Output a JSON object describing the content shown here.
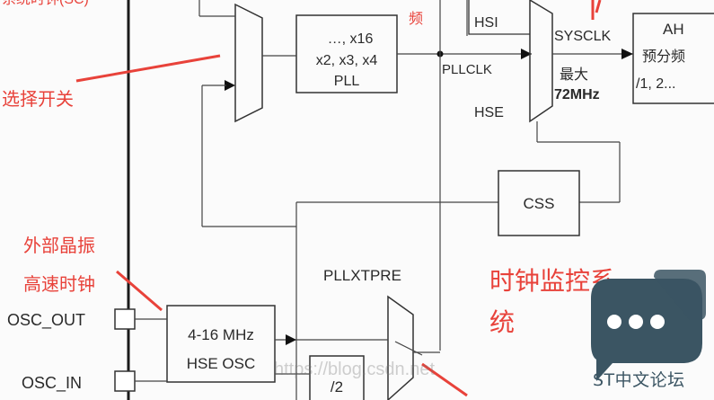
{
  "top_partial": "系统时钟(SC)",
  "pll_block": {
    "line1": "…, x16",
    "line2": "x2, x3, x4",
    "line3": "PLL"
  },
  "labels": {
    "hsi": "HSI",
    "sysclk": "SYSCLK",
    "pllclk": "PLLCLK",
    "hse": "HSE",
    "max": "最大",
    "max_freq": "72MHz",
    "pllxtpre": "PLLXTPRE",
    "css": "CSS",
    "ahb": "AH",
    "ahb_pre": "预分频",
    "ahb_div": "/1, 2...",
    "osc_out": "OSC_OUT",
    "osc_in": "OSC_IN",
    "hse_freq": "4-16 MHz",
    "hse_osc": "HSE OSC",
    "div2": "/2",
    "freq_top": "频"
  },
  "annotations": {
    "select_switch": "选择开关",
    "ext_crystal": "外部晶振",
    "hs_clock": "高速时钟",
    "monitor_line1": "时钟监控系",
    "monitor_line2": "统"
  },
  "watermark": "https://blog.csdn.net",
  "logo": {
    "text": "ST中文论坛",
    "icon": "chat-bubble-icon"
  },
  "colors": {
    "annotation": "#e8423a",
    "logo": "#3b5563"
  }
}
